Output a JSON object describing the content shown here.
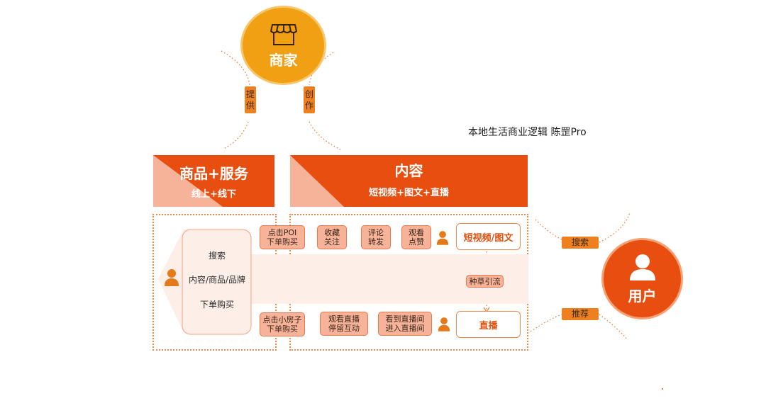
{
  "title": "本地生活商业逻辑 陈罡Pro",
  "merchant": {
    "label": "商家",
    "icon": "storefront-icon"
  },
  "user": {
    "label": "用户",
    "icon": "person-icon"
  },
  "tags": {
    "provide": "提\n供",
    "create": "创\n作",
    "search": "搜索",
    "recommend": "推荐"
  },
  "goods_banner": {
    "title": "商品+服务",
    "subtitle": "线上+线下"
  },
  "content_banner": {
    "title": "内容",
    "subtitle": "短视频+图文+直播"
  },
  "funnel": {
    "search": "搜索",
    "middle": "内容/商品/品牌",
    "buy": "下单购买"
  },
  "row1": {
    "poi": "点击POI\n下单购买",
    "collect": "收藏\n关注",
    "comment": "评论\n转发",
    "watch": "观看\n点赞",
    "target": "短视频/图文"
  },
  "row2": {
    "house": "点击小房子\n下单购买",
    "stay": "观看直播\n停留互动",
    "enter": "看到直播间\n进入直播间",
    "target": "直播"
  },
  "seed": "种草引流",
  "colors": {
    "orange": "#e84e0f",
    "amber": "#f0a012",
    "light": "#f6b39a"
  }
}
